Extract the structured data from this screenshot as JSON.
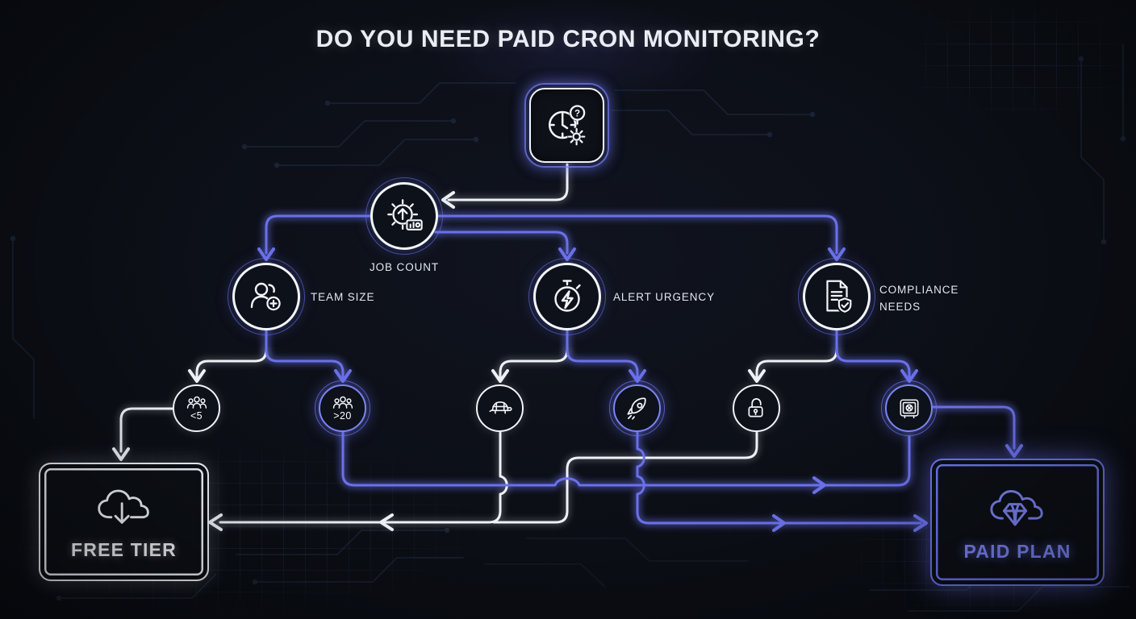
{
  "title": "DO YOU NEED PAID CRON MONITORING?",
  "flow": {
    "root": {
      "icon": "clock-question-gear-icon"
    },
    "questions": [
      {
        "id": "job_count",
        "label": "JOB COUNT",
        "icon": "gear-upload-counter-icon",
        "label_position": "below"
      },
      {
        "id": "team_size",
        "label": "TEAM SIZE",
        "icon": "person-add-icon",
        "label_position": "right"
      },
      {
        "id": "alert_urgency",
        "label": "ALERT URGENCY",
        "icon": "stopwatch-bolt-icon",
        "label_position": "right"
      },
      {
        "id": "compliance_needs",
        "label_line1": "COMPLIANCE",
        "label_line2": "NEEDS",
        "icon": "document-shield-check-icon",
        "label_position": "right"
      }
    ],
    "options": [
      {
        "id": "team_small",
        "text": "<5",
        "icon": "people-group-icon",
        "color": "white",
        "leads_to": "free_tier"
      },
      {
        "id": "team_large",
        "text": ">20",
        "icon": "people-group-icon",
        "color": "purple",
        "leads_to": "paid_plan"
      },
      {
        "id": "alerts_slow",
        "text": "",
        "icon": "turtle-icon",
        "color": "white",
        "leads_to": "free_tier"
      },
      {
        "id": "alerts_fast",
        "text": "",
        "icon": "rocket-icon",
        "color": "purple",
        "leads_to": "paid_plan"
      },
      {
        "id": "no_compliance",
        "text": "",
        "icon": "open-padlock-icon",
        "color": "white",
        "leads_to": "free_tier"
      },
      {
        "id": "compliance_required",
        "text": "",
        "icon": "safe-vault-icon",
        "color": "purple",
        "leads_to": "paid_plan"
      }
    ],
    "outcomes": [
      {
        "id": "free_tier",
        "label": "FREE TIER",
        "icon": "cloud-download-icon",
        "color": "white"
      },
      {
        "id": "paid_plan",
        "label": "PAID PLAN",
        "icon": "cloud-diamond-icon",
        "color": "purple"
      }
    ]
  },
  "glyphs": {
    "question_mark": "?"
  },
  "colors": {
    "background": "#0b0e15",
    "line_white": "#eef2f7",
    "accent_purple": "#666de4",
    "label_text": "#e2e7ef"
  }
}
